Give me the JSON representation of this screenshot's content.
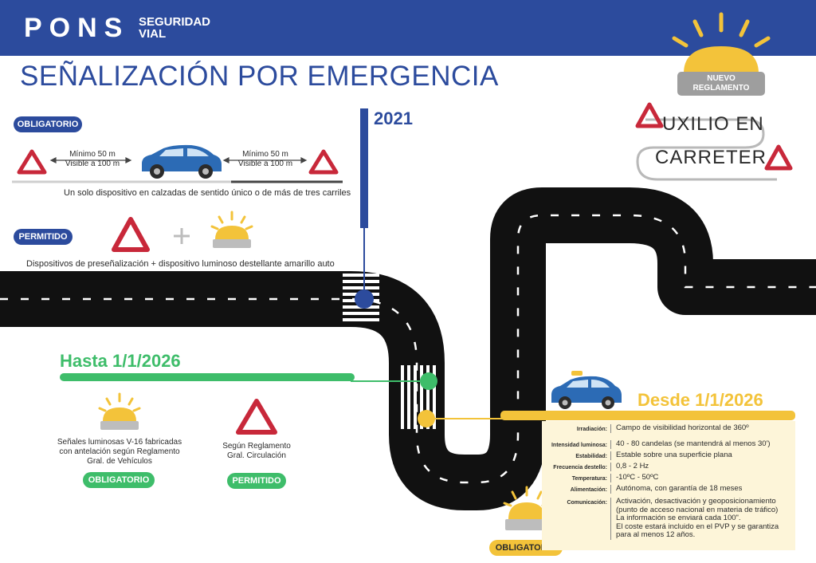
{
  "header": {
    "brand": "PONS",
    "brand_sub_1": "SEGURIDAD",
    "brand_sub_2": "VIAL"
  },
  "title": "SEÑALIZACIÓN POR EMERGENCIA",
  "badge": {
    "line1": "NUEVO",
    "line2": "REGLAMENTO"
  },
  "auxilio": {
    "line1": "UXILIO EN",
    "line2": "CARRETER"
  },
  "section_2021": {
    "year": "2021",
    "obligatorio": {
      "label": "OBLIGATORIO",
      "distance_left_1": "Mínimo 50 m",
      "distance_left_2": "Visible a 100 m",
      "distance_right_1": "Mínimo 50 m",
      "distance_right_2": "Visible a 100 m",
      "caption": "Un solo dispositivo en calzadas de sentido único o de más de tres carriles"
    },
    "permitido": {
      "label": "PERMITIDO",
      "caption": "Dispositivos de preseñalización + dispositivo luminoso destellante amarillo auto"
    }
  },
  "section_hasta": {
    "title": "Hasta 1/1/2026",
    "left_caption_1": "Señales luminosas V-16 fabricadas",
    "left_caption_2": "con antelación según Reglamento",
    "left_caption_3": "Gral. de Vehículos",
    "left_badge": "OBLIGATORIO",
    "right_caption_1": "Según Reglamento",
    "right_caption_2": "Gral. Circulación",
    "right_badge": "PERMITIDO"
  },
  "section_desde": {
    "title": "Desde 1/1/2026",
    "badge": "OBLIGATORIO",
    "specs": [
      {
        "label": "Irradiación:",
        "value": [
          "Campo de visibilidad horizontal de 360º"
        ]
      },
      {
        "label": "Intensidad luminosa:",
        "value": [
          "40 - 80 candelas (se mantendrá al menos 30')"
        ]
      },
      {
        "label": "Estabilidad:",
        "value": [
          "Estable sobre una superficie plana"
        ]
      },
      {
        "label": "Frecuencia destello:",
        "value": [
          "0,8 - 2 Hz"
        ]
      },
      {
        "label": "Temperatura:",
        "value": [
          "-10ºC - 50ºC"
        ]
      },
      {
        "label": "Alimentación:",
        "value": [
          "Autónoma, con garantía de 18 meses"
        ]
      },
      {
        "label": "Comunicación:",
        "value": [
          "Activación, desactivación y geoposicionamiento",
          "(punto de acceso nacional en materia de tráfico)",
          "La información se enviará cada 100\".",
          "El coste estará incluido en el PVP y  se garantiza",
          "para al menos 12 años."
        ]
      }
    ]
  },
  "colors": {
    "blue": "#2c4b9d",
    "green": "#3ebd6a",
    "yellow": "#f3c33a",
    "red": "#c8283a",
    "road": "#111111"
  }
}
